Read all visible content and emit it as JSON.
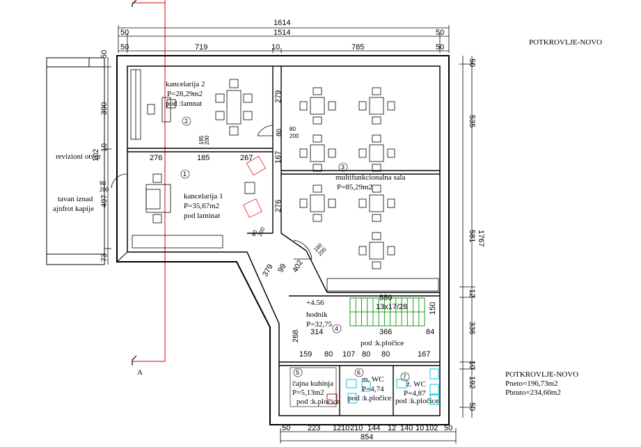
{
  "title": "POTKROVLJE-NOVO",
  "summary": {
    "title": "POTKROVLJE-NOVO",
    "pneto": "Pneto=196,73m2",
    "pbruto": "Pbruto=234,60m2"
  },
  "section_marker": "A",
  "top_dims": {
    "total": "1614",
    "row2": [
      "50",
      "1514",
      "50"
    ],
    "row3": [
      "50",
      "719",
      "10",
      "785",
      "50"
    ]
  },
  "bottom_dims": {
    "row1": [
      "50",
      "223",
      "12",
      "10",
      "210",
      "144",
      "12",
      "140",
      "10",
      "102",
      "50"
    ],
    "total": "854"
  },
  "left_dims": [
    "50",
    "390",
    "10",
    "497",
    "73",
    "102"
  ],
  "right_dims": [
    "50",
    "535",
    "1767",
    "581",
    "12",
    "336",
    "10",
    "192",
    "50"
  ],
  "inner_dims": {
    "wall_276_top": "276",
    "wall_185": "185",
    "wall_267": "267",
    "vert_279": "279",
    "vert_167": "167",
    "vert_276": "276",
    "door_185_200": [
      "185",
      "200"
    ],
    "door_80_200_k2": [
      "80",
      "200"
    ],
    "door_90_200": [
      "90",
      "200"
    ],
    "door_80_200_k1": [
      "80",
      "200"
    ],
    "door_160_200": [
      "160",
      "200"
    ],
    "diag_379": "379",
    "diag_99": "99",
    "diag_402": "402",
    "stair_559": "559",
    "stair_150": "150",
    "stair_366": "366",
    "stair_84": "84",
    "hod_314": "314",
    "hod_268": "268",
    "wc_row": [
      "159",
      "80",
      "107",
      "80",
      "80",
      "167"
    ]
  },
  "rooms": [
    {
      "num": "2",
      "name": "kancelarija 2",
      "area": "P=28,29m2",
      "floor": "pod :lamnat"
    },
    {
      "num": "1",
      "name": "kancelarija 1",
      "area": "P=35,67m2",
      "floor": "pod laminat"
    },
    {
      "num": "3",
      "name": "multifunkcionalna sala",
      "area": "P=85,29m2",
      "floor": ""
    },
    {
      "num": "4",
      "name": "hodnik",
      "area": "P=32,75",
      "floor": "pod :k.pločice"
    },
    {
      "num": "5",
      "name": "čajna kuhinja",
      "area": "P=5,13m2",
      "floor": "pod :k.pločice"
    },
    {
      "num": "6",
      "name": "m. WC",
      "area": "P=4,74",
      "floor": "pod :k.pločice"
    },
    {
      "num": "7",
      "name": "ž. WC",
      "area": "P=4,87",
      "floor": "pod :k.pločice"
    }
  ],
  "level_mark": "+4.56",
  "stair_label": "13x17/28",
  "left_labels": {
    "revizioni": "revizioni otvor",
    "tavan1": "tavan iznad",
    "tavan2": "ajnfrot kapije"
  },
  "colors": {
    "wall": "#000000",
    "section_line": "#d40000",
    "chairs_red": "#e03030",
    "stairs": "#1a9e1a",
    "fixtures": "#1ec8e6",
    "kitchen": "#cc0000"
  }
}
